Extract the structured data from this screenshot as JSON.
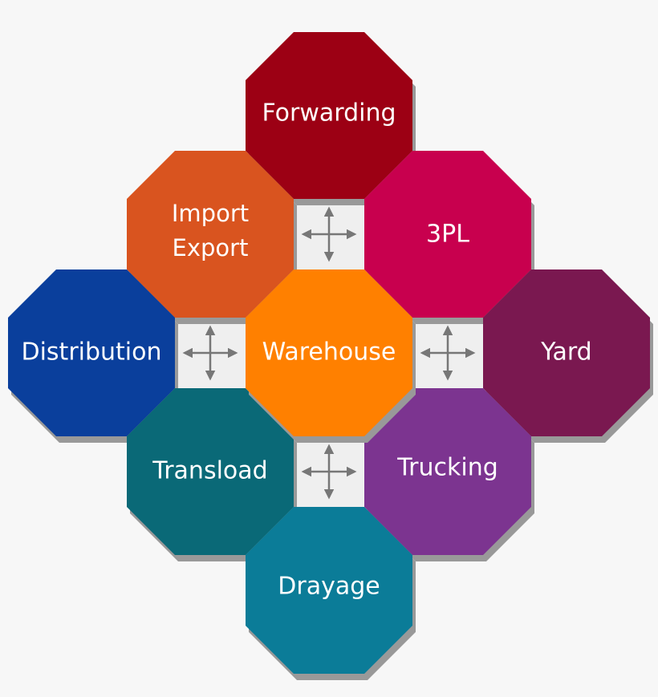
{
  "nodes": {
    "forwarding": {
      "label": "Forwarding",
      "color": "#9c0014"
    },
    "import_export": {
      "line1": "Import",
      "line2": "Export",
      "color": "#d9541f"
    },
    "threepl": {
      "label": "3PL",
      "color": "#c8004e"
    },
    "distribution": {
      "label": "Distribution",
      "color": "#0a3f9c"
    },
    "warehouse": {
      "label": "Warehouse",
      "color": "#ff8000"
    },
    "yard": {
      "label": "Yard",
      "color": "#7a1850"
    },
    "transload": {
      "label": "Transload",
      "color": "#0a6977"
    },
    "trucking": {
      "label": "Trucking",
      "color": "#7c3490"
    },
    "drayage": {
      "label": "Drayage",
      "color": "#0b7c98"
    }
  },
  "colors": {
    "background": "#f7f7f7",
    "connector_tile": "#efefef",
    "arrow": "#777777",
    "shadow": "#999999"
  },
  "icons": {
    "connector": "four-way-arrow-icon"
  }
}
